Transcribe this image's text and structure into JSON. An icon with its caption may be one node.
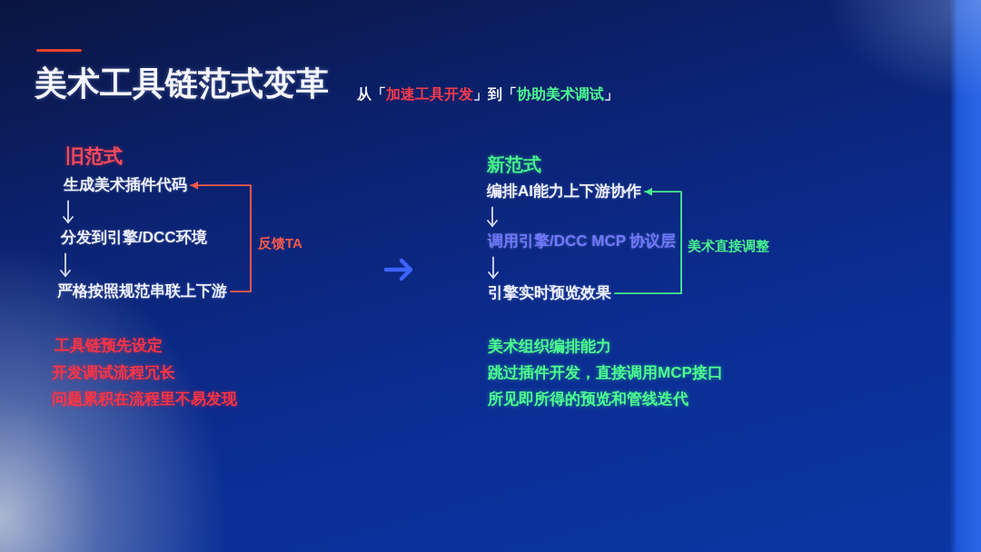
{
  "diagram": {
    "title": "美术工具链范式变革",
    "nodes": [
      {
        "text": [
          "生成美术插件代码"
        ]
      },
      {
        "text": [
          "分发到引擎/DCC环境"
        ]
      },
      {
        "text": [
          "严格按照规范串联上下游"
        ]
      },
      {
        "text": [
          "编排AI能力上下游协作"
        ]
      },
      {
        "text": [
          "调用引擎/DCC MCP 协议层"
        ]
      },
      {
        "text": [
          "引擎实时预览效果"
        ]
      }
    ],
    "edges": [
      {
        "from": 0,
        "to": 1,
        "arrow": "to"
      },
      {
        "from": 1,
        "to": 2,
        "arrow": "to"
      },
      {
        "from": 2,
        "to": 0,
        "arrow": "to",
        "label": "反馈TA",
        "color": "#ff5a48"
      },
      {
        "from": 3,
        "to": 4,
        "arrow": "to"
      },
      {
        "from": 4,
        "to": 5,
        "arrow": "to"
      },
      {
        "from": 5,
        "to": 3,
        "arrow": "to",
        "label": "美术直接调整",
        "color": "#48f08c"
      }
    ],
    "labels": [
      "从「**加速工具开发**」到「**协助美术调试**」",
      "旧范式",
      "新范式",
      "工具链预先设定",
      "开发调试流程冗长",
      "问题累积在流程里不易发现",
      "美术组织编排能力",
      "跳过插件开发，直接调用MCP接口",
      "所见即所得的预览和管线迭代"
    ]
  }
}
